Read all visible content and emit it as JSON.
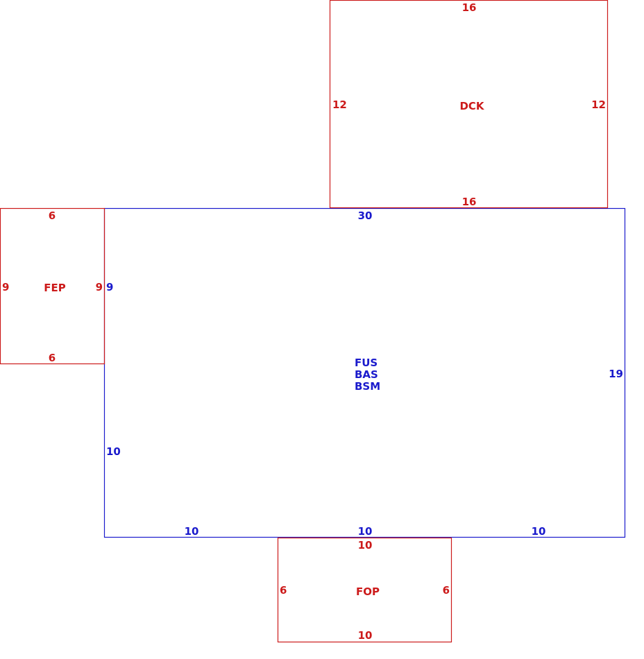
{
  "colors": {
    "main": "#1a1acc",
    "attached": "#cc1a1a"
  },
  "main_area": {
    "codes": [
      "FUS",
      "BAS",
      "BSM"
    ],
    "dim_top": "30",
    "dim_left_upper": "9",
    "dim_left_lower": "10",
    "dim_right": "19",
    "dim_bottom_left": "10",
    "dim_bottom_mid": "10",
    "dim_bottom_right": "10"
  },
  "deck": {
    "code": "DCK",
    "dim_top": "16",
    "dim_bottom": "16",
    "dim_left": "12",
    "dim_right": "12"
  },
  "front_enclosed_porch": {
    "code": "FEP",
    "dim_top": "6",
    "dim_bottom": "6",
    "dim_left": "9",
    "dim_right": "9"
  },
  "front_open_porch": {
    "code": "FOP",
    "dim_top": "10",
    "dim_bottom": "10",
    "dim_left": "6",
    "dim_right": "6"
  }
}
